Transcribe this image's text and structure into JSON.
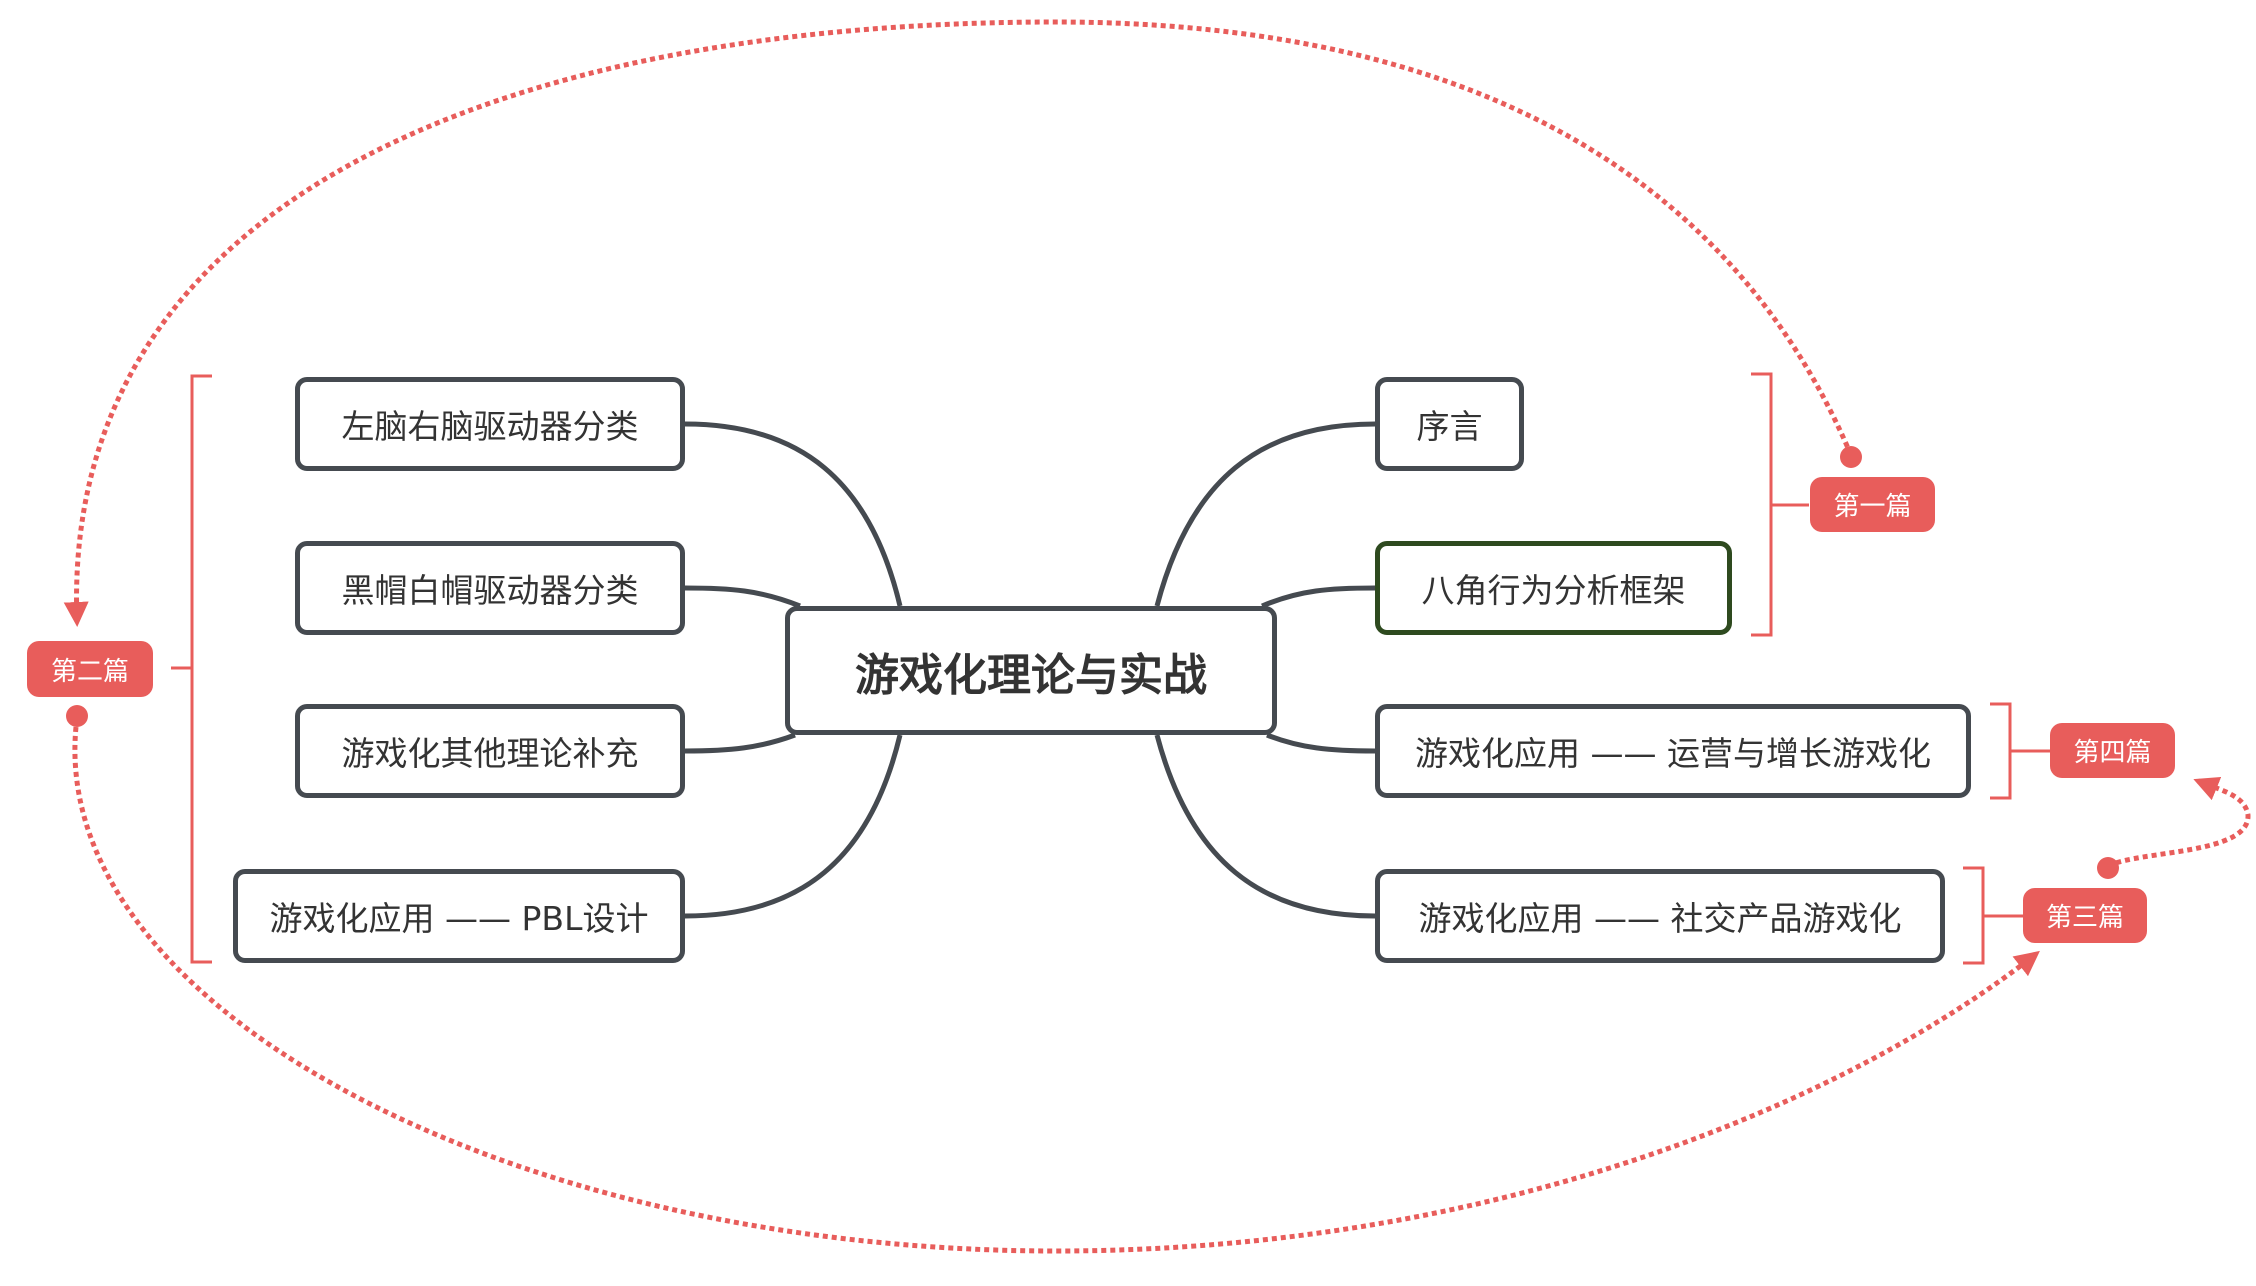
{
  "central_topic": "游戏化理论与实战",
  "left_topics": [
    "左脑右脑驱动器分类",
    "黑帽白帽驱动器分类",
    "游戏化其他理论补充",
    "游戏化应用 —— PBL设计"
  ],
  "right_topics": [
    "序言",
    "八角行为分析框架",
    "游戏化应用 —— 运营与增长游戏化",
    "游戏化应用 —— 社交产品游戏化"
  ],
  "labels": {
    "part1": "第一篇",
    "part2": "第二篇",
    "part3": "第三篇",
    "part4": "第四篇"
  },
  "colors": {
    "accent": "#e85d5b",
    "line": "#454a50",
    "highlight": "#2e4a1f"
  }
}
